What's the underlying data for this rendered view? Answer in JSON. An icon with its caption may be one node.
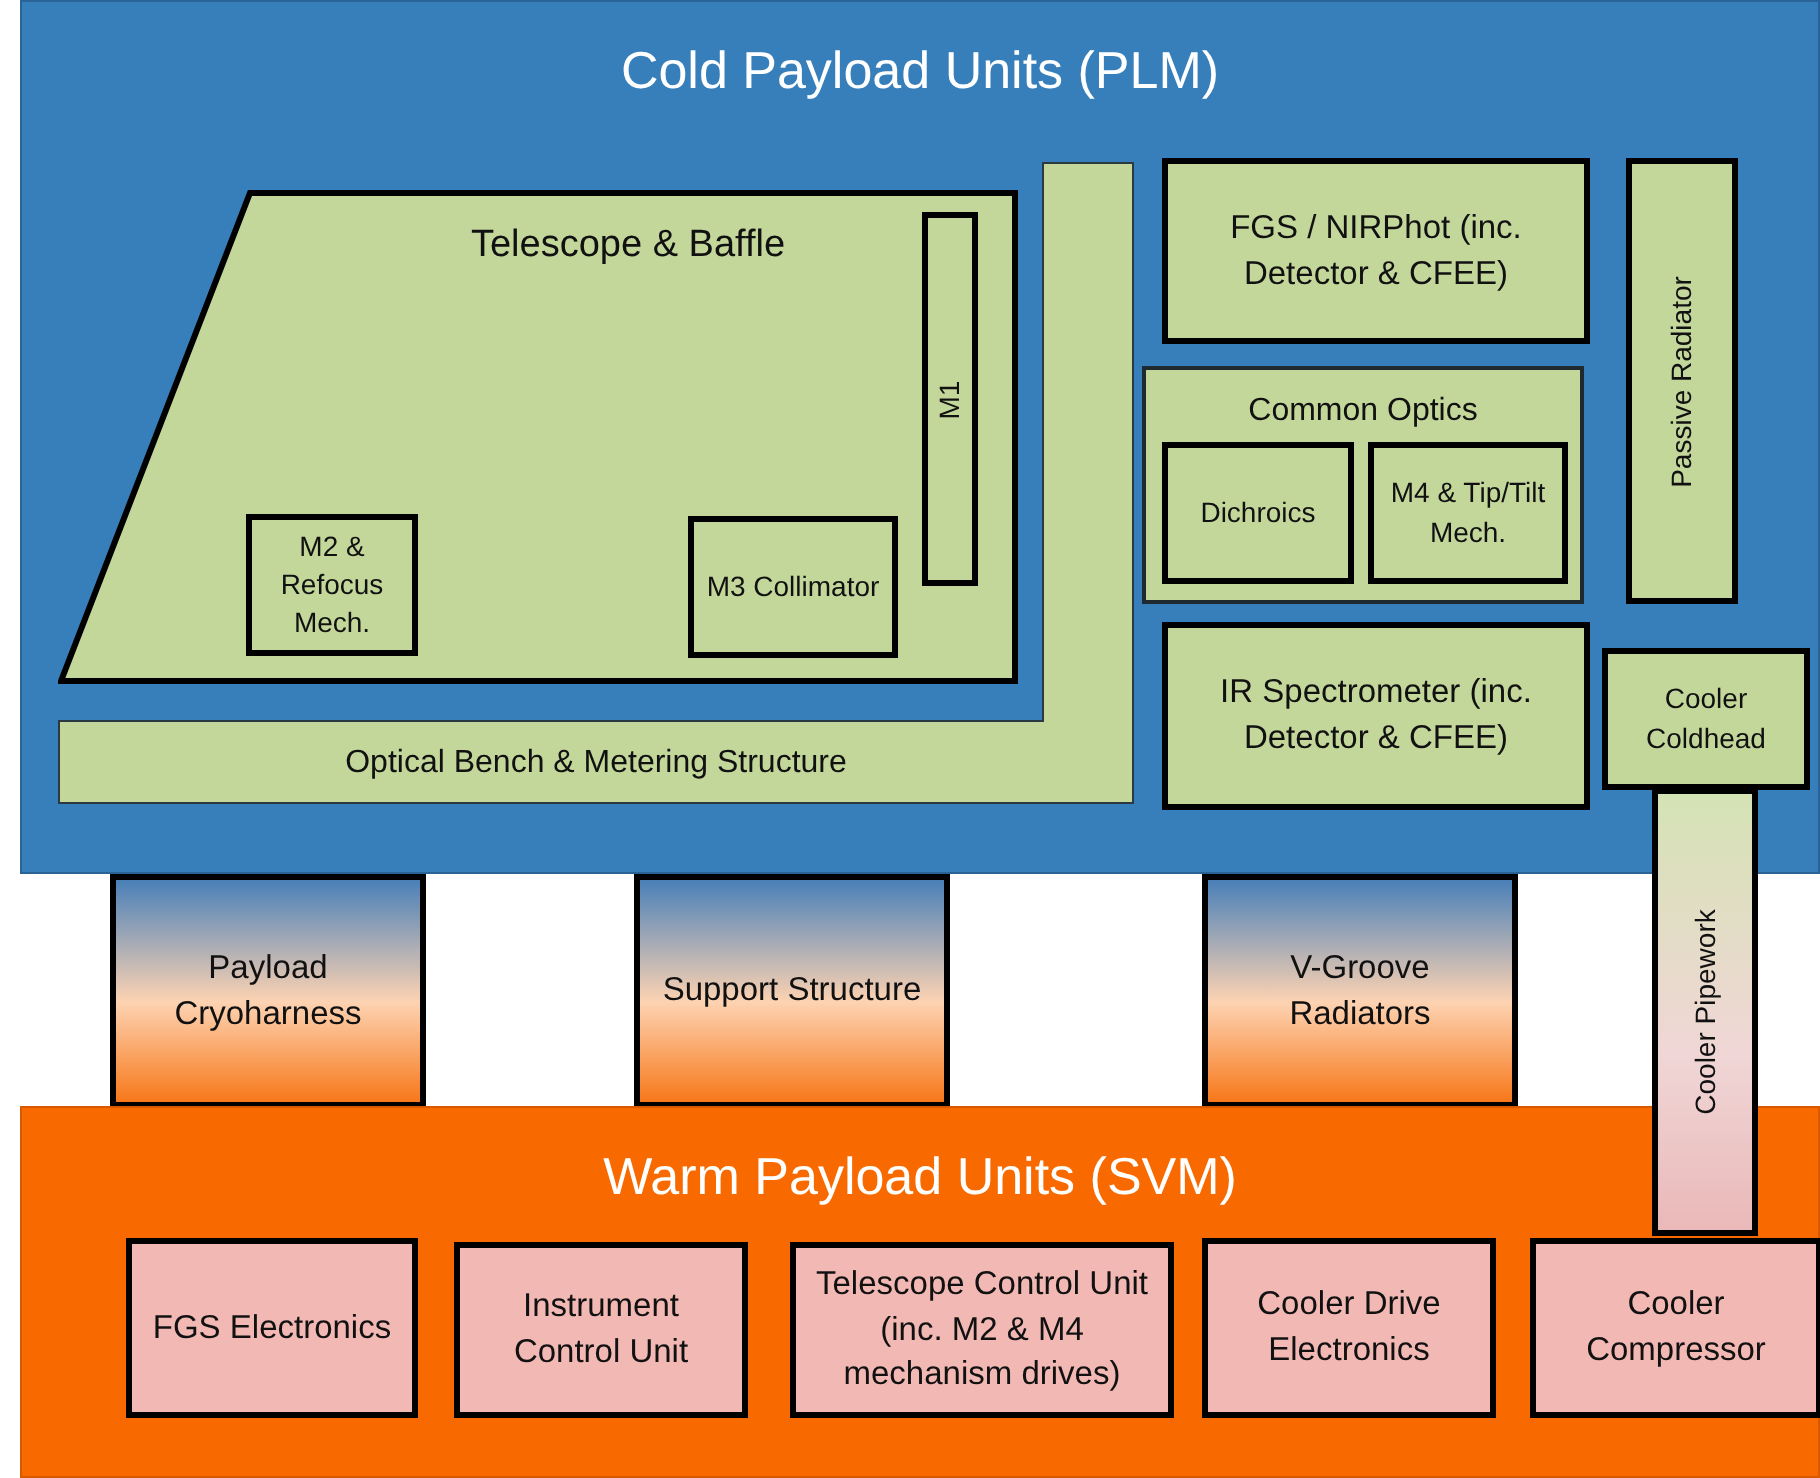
{
  "diagram": {
    "nodes": [
      {
        "text": [
          "Cold Payload Units (PLM)"
        ]
      },
      {
        "text": [
          "Telescope & Baffle"
        ],
        "in": 0
      },
      {
        "text": [
          "M1"
        ],
        "in": 1
      },
      {
        "text": [
          "M2 & Refocus Mech."
        ],
        "in": 1
      },
      {
        "text": [
          "M3 Collimator"
        ],
        "in": 1
      },
      {
        "text": [
          "Optical Bench & Metering Structure"
        ],
        "in": 0
      },
      {
        "text": [
          "FGS / NIRPhot (inc. Detector & CFEE)"
        ],
        "in": 0
      },
      {
        "text": [
          "Common Optics"
        ],
        "in": 0
      },
      {
        "text": [
          "Dichroics"
        ],
        "in": 7
      },
      {
        "text": [
          "M4 & Tip/Tilt Mech."
        ],
        "in": 7
      },
      {
        "text": [
          "Passive Radiator"
        ],
        "in": 0
      },
      {
        "text": [
          "IR Spectrometer (inc. Detector & CFEE)"
        ],
        "in": 0
      },
      {
        "text": [
          "Cooler Coldhead"
        ],
        "in": 0
      },
      {
        "text": [
          "Payload Cryoharness"
        ]
      },
      {
        "text": [
          "Support Structure"
        ]
      },
      {
        "text": [
          "V-Groove Radiators"
        ]
      },
      {
        "text": [
          "Cooler Pipework"
        ]
      },
      {
        "text": [
          "Warm Payload Units (SVM)"
        ]
      },
      {
        "text": [
          "FGS Electronics"
        ],
        "in": 17
      },
      {
        "text": [
          "Instrument Control Unit"
        ],
        "in": 17
      },
      {
        "text": [
          "Telescope Control Unit (inc. M2 & M4 mechanism drives)"
        ],
        "in": 17
      },
      {
        "text": [
          "Cooler Drive Electronics"
        ],
        "in": 17
      },
      {
        "text": [
          "Cooler Compressor"
        ],
        "in": 17
      }
    ]
  }
}
